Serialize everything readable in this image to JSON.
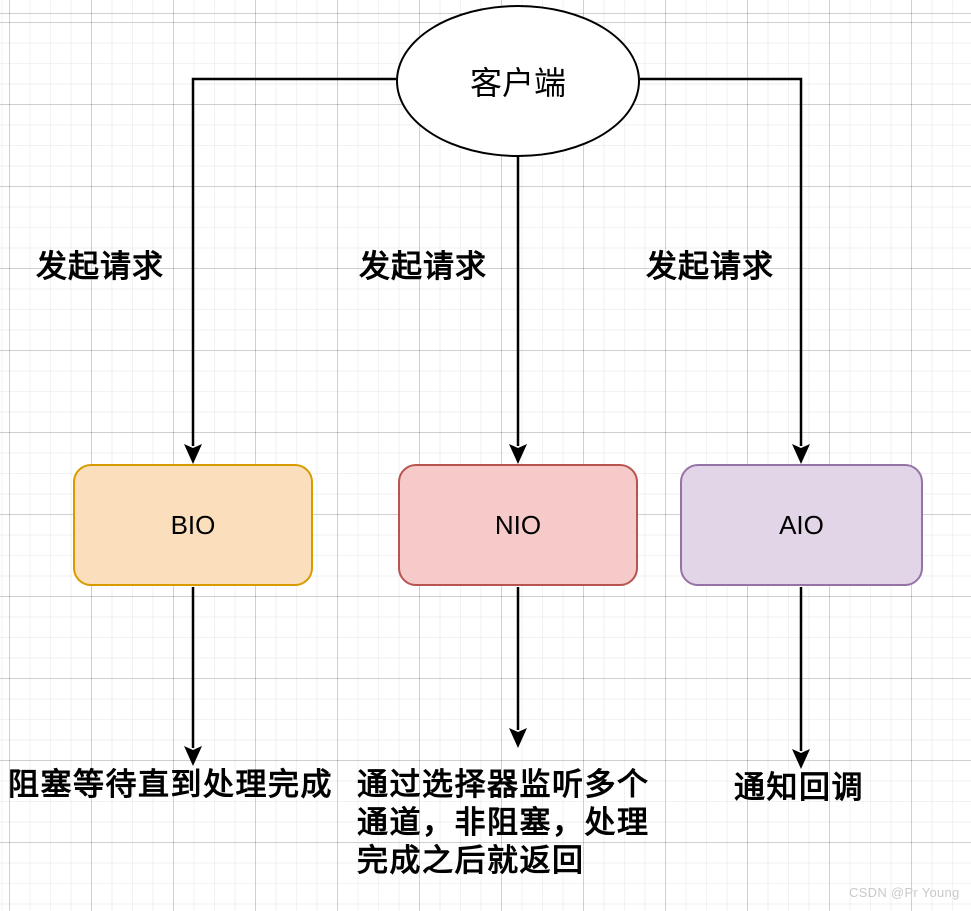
{
  "diagram": {
    "client_node": {
      "label": "客户端"
    },
    "edge_labels": {
      "bio": "发起请求",
      "nio": "发起请求",
      "aio": "发起请求"
    },
    "nodes": {
      "bio": {
        "label": "BIO",
        "fill": "#FBDEBC",
        "border": "#D79B00"
      },
      "nio": {
        "label": "NIO",
        "fill": "#F5CAC8",
        "border": "#B85450"
      },
      "aio": {
        "label": "AIO",
        "fill": "#E1D5E7",
        "border": "#9673A6"
      }
    },
    "results": {
      "bio": {
        "text": "阻塞等待直到处理完成"
      },
      "nio": {
        "lines": [
          "通过选择器监听多个",
          "通道，非阻塞，处理",
          "完成之后就返回"
        ]
      },
      "aio": {
        "text": "通知回调"
      }
    },
    "connector_color": "#000000",
    "watermark": "CSDN @Pr Young"
  }
}
